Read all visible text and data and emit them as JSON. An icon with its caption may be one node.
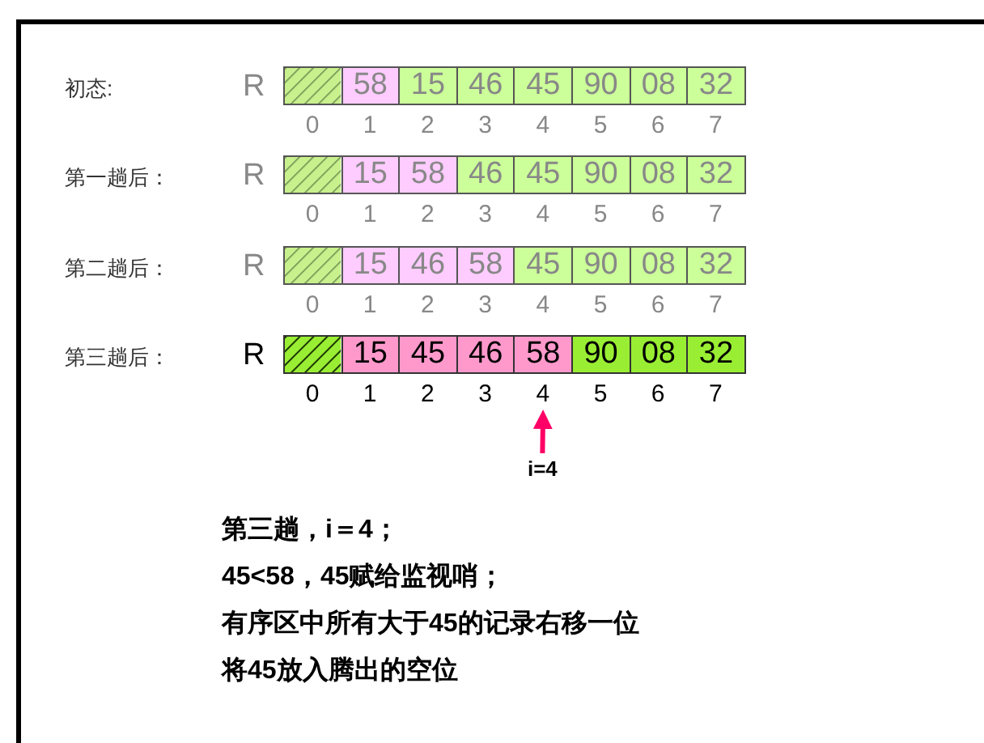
{
  "diagram": {
    "nodes": [
      {
        "text": [],
        "shape": "box"
      },
      {
        "text": [
          "58"
        ]
      },
      {
        "text": [
          "15"
        ]
      },
      {
        "text": [
          "46"
        ]
      },
      {
        "text": [
          "45"
        ]
      },
      {
        "text": [
          "90"
        ]
      },
      {
        "text": [
          "08"
        ]
      },
      {
        "text": [
          "32"
        ]
      },
      {
        "text": [],
        "shape": "box"
      },
      {
        "text": [
          "15"
        ]
      },
      {
        "text": [
          "58"
        ]
      },
      {
        "text": [
          "46"
        ]
      },
      {
        "text": [
          "45"
        ]
      },
      {
        "text": [
          "90"
        ]
      },
      {
        "text": [
          "08"
        ]
      },
      {
        "text": [
          "32"
        ]
      },
      {
        "text": [],
        "shape": "box"
      },
      {
        "text": [
          "15"
        ]
      },
      {
        "text": [
          "46"
        ]
      },
      {
        "text": [
          "58"
        ]
      },
      {
        "text": [
          "45"
        ]
      },
      {
        "text": [
          "90"
        ]
      },
      {
        "text": [
          "08"
        ]
      },
      {
        "text": [
          "32"
        ]
      },
      {
        "text": [],
        "shape": "box"
      },
      {
        "text": [
          "15"
        ]
      },
      {
        "text": [
          "45"
        ]
      },
      {
        "text": [
          "46"
        ]
      },
      {
        "text": [
          "58"
        ]
      },
      {
        "text": [
          "90"
        ]
      },
      {
        "text": [
          "08"
        ]
      },
      {
        "text": [
          "32"
        ]
      },
      {
        "text": [
          "i=4"
        ]
      },
      {
        "text": [
          "4"
        ]
      }
    ],
    "edges": [
      {
        "from": 32,
        "to": 33,
        "arrow": "to",
        "color": "#ff0066"
      }
    ],
    "labels": [
      "初态:",
      "R",
      "0",
      "1",
      "2",
      "3",
      "4",
      "5",
      "6",
      "7",
      "第一趟后：",
      "R",
      "0",
      "1",
      "2",
      "3",
      "4",
      "5",
      "6",
      "7",
      "第二趟后：",
      "R",
      "0",
      "1",
      "2",
      "3",
      "4",
      "5",
      "6",
      "7",
      "第三趟后：",
      "R",
      "0",
      "1",
      "2",
      "3",
      "5",
      "6",
      "7",
      "第三趟，i＝4；",
      "45<58，45赋给监视哨；",
      "有序区中所有大于45的记录右移一位",
      "将45放入腾出的空位"
    ]
  }
}
